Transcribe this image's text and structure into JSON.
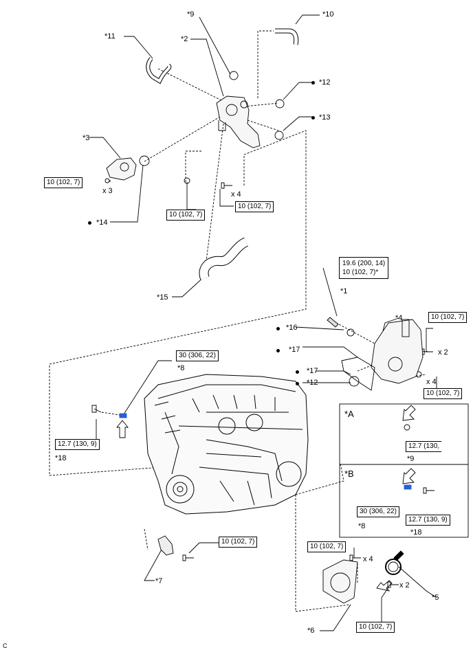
{
  "callouts": {
    "c1": "*1",
    "c2": "*2",
    "c3": "*3",
    "c4": "*4",
    "c5": "*5",
    "c6": "*6",
    "c7": "*7",
    "c8": "*8",
    "c8b": "*8",
    "c9": "*9",
    "c9b": "*9",
    "c10": "*10",
    "c11": "*11",
    "c12": "*12",
    "c12b": "*12",
    "c13": "*13",
    "c14": "*14",
    "c15": "*15",
    "c16": "*16",
    "c17": "*17",
    "c17b": "*17",
    "c18": "*18",
    "c18b": "*18"
  },
  "torques": {
    "t_thermo": "10 (102, 7)",
    "t_center": "10 (102, 7)",
    "t_outlet": "10 (102, 7)",
    "t_sensor_line1": "19.6 (200, 14)",
    "t_sensor_line2": "10 (102, 7)*",
    "t_pump_top": "10 (102, 7)",
    "t_pump_bottom": "10 (102, 7)",
    "t_plug8": "30 (306, 22)",
    "t_plug18": "12.7 (130, 9)",
    "t_detailA": "12.7 (130,",
    "t_detailB_8": "30 (306, 22)",
    "t_detailB_18": "12.7 (130, 9)",
    "t_sensor7": "10 (102, 7)",
    "t_retainer_top": "10 (102, 7)",
    "t_retainer_bottom": "10 (102, 7)"
  },
  "counts": {
    "x3": "x 3",
    "x4a": "x 4",
    "x2a": "x 2",
    "x4b": "x 4",
    "x4c": "x 4",
    "x2b": "x 2"
  },
  "details": {
    "a": "*A",
    "b": "*B"
  },
  "footer": {
    "code": "C"
  }
}
